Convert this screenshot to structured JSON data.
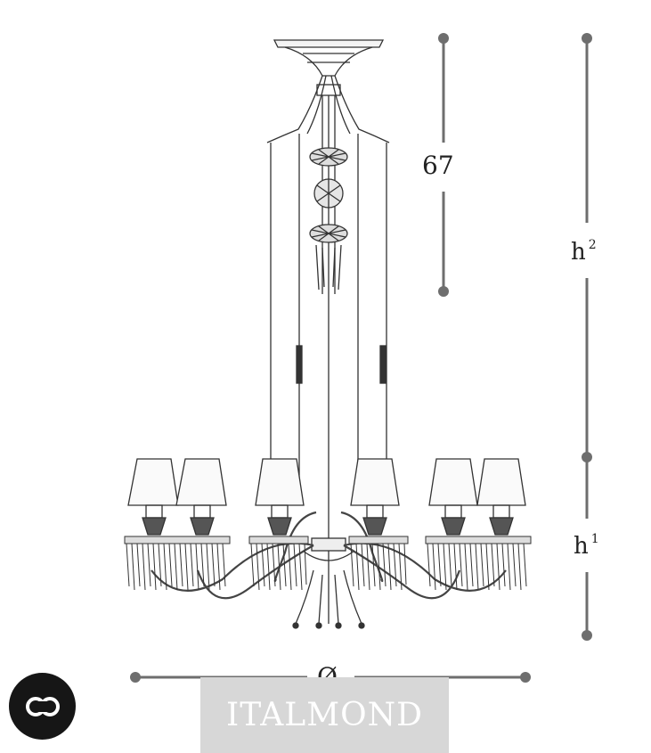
{
  "dimensions": {
    "top_height": "67",
    "total_height": {
      "base": "h",
      "sup": "2"
    },
    "lamp_height": {
      "base": "h",
      "sup": "1"
    },
    "diameter": "Ø"
  },
  "watermark": "ITALMOND",
  "badge_icon": "cc-icon",
  "colors": {
    "line": "#6e6e6e",
    "ink": "#222222",
    "watermark_bg": "#d7d7d7",
    "badge": "#161616"
  }
}
